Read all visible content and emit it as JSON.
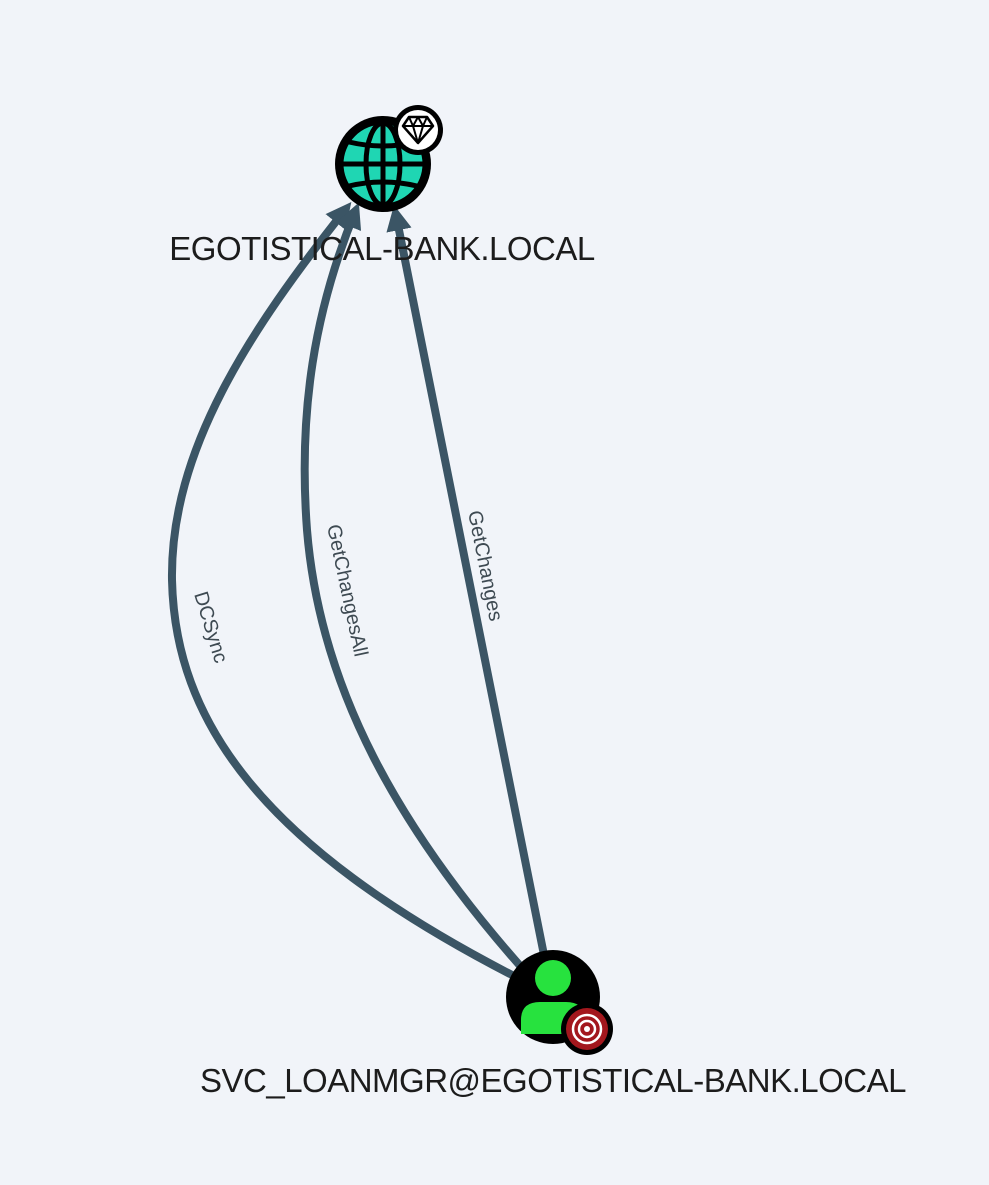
{
  "graph": {
    "nodes": [
      {
        "id": "domain",
        "label": "EGOTISTICAL-BANK.LOCAL",
        "type": "domain",
        "icon": "globe-icon",
        "badge": "diamond-icon",
        "color": "#1fd6b3"
      },
      {
        "id": "user",
        "label": "SVC_LOANMGR@EGOTISTICAL-BANK.LOCAL",
        "type": "user",
        "icon": "user-icon",
        "badge": "target-icon",
        "color": "#27e23e"
      }
    ],
    "edges": [
      {
        "from": "user",
        "to": "domain",
        "label": "DCSync"
      },
      {
        "from": "user",
        "to": "domain",
        "label": "GetChangesAll"
      },
      {
        "from": "user",
        "to": "domain",
        "label": "GetChanges"
      }
    ],
    "colors": {
      "background": "#f1f4f9",
      "edge": "#3b5565",
      "node_ring": "#000000",
      "target_badge": "#a3171d"
    }
  }
}
